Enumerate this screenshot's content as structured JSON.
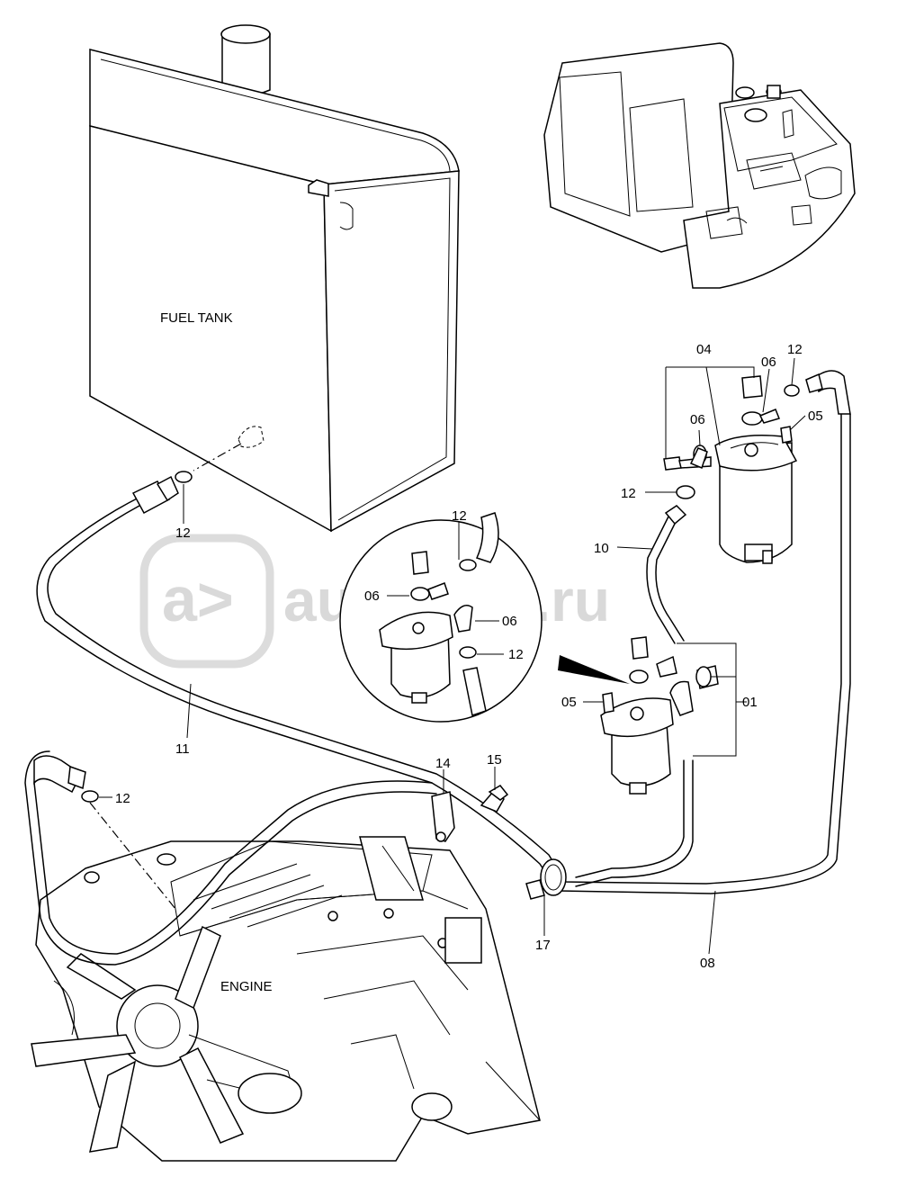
{
  "components": {
    "fuel_tank": "FUEL TANK",
    "engine": "ENGINE"
  },
  "watermark": "autopiter.ru",
  "callouts": {
    "c01": "01",
    "c04": "04",
    "c05_top": "05",
    "c05_mid": "05",
    "c06_top": "06",
    "c06_mid": "06",
    "c06_detail_left": "06",
    "c06_detail_right": "06",
    "c08": "08",
    "c10": "10",
    "c11": "11",
    "c12_tank": "12",
    "c12_top": "12",
    "c12_filter": "12",
    "c12_detail_top": "12",
    "c12_detail_right": "12",
    "c12_engine": "12",
    "c14": "14",
    "c15": "15",
    "c17": "17"
  }
}
